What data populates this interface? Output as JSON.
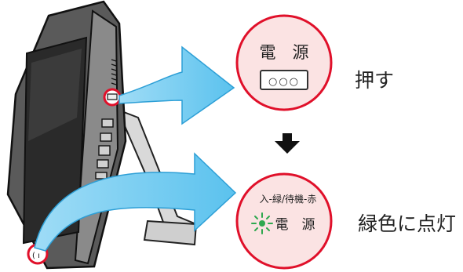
{
  "top_circle": {
    "title": "電　源",
    "button_dots": "○○○",
    "action_label": "押す"
  },
  "bottom_circle": {
    "led_caption": "入-緑/待機-赤",
    "title": "電　源",
    "result_label": "緑色に点灯"
  },
  "colors": {
    "circle_stroke": "#e0102a",
    "circle_fill": "#fbe3e3",
    "arrow_fill": "#5bc2ee",
    "arrow_edge": "#2d9fd6",
    "led_green": "#2fa84f",
    "device_body": "#3a3a3a"
  },
  "icons": {
    "down_arrow": "down-arrow-icon",
    "led": "green-led-icon"
  }
}
